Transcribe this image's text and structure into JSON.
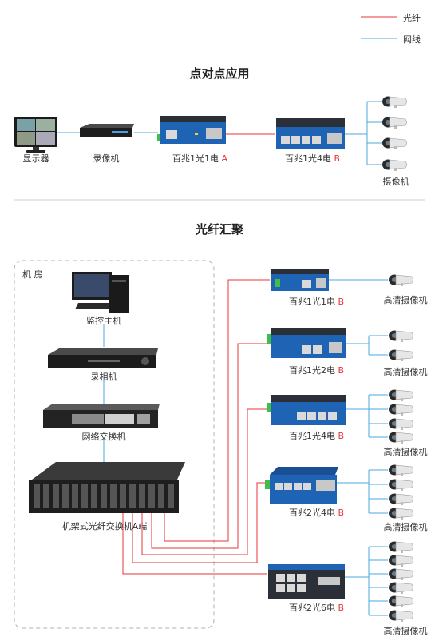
{
  "legend": {
    "fiber": "光纤",
    "network": "网线"
  },
  "colors": {
    "fiber_line": "#e8333a",
    "network_line": "#49a9e0",
    "device_blue": "#1f63b5",
    "device_dark": "#2b2f38"
  },
  "p2p": {
    "title": "点对点应用",
    "monitor_label": "显示器",
    "recorder_label": "录像机",
    "converter_a": {
      "text": "百兆1光1电 ",
      "suffix": "A"
    },
    "converter_b": {
      "text": "百兆1光4电 ",
      "suffix": "B"
    },
    "camera_label": "摄像机"
  },
  "agg": {
    "title": "光纤汇聚",
    "room_label": "机 房",
    "host_label": "监控主机",
    "recorder_label": "录相机",
    "switch_label": "网络交换机",
    "rack_label": "机架式光纤交换机A端",
    "remotes": [
      {
        "text": "百兆1光1电 ",
        "suffix": "B",
        "camera_label": "高清摄像机",
        "cameras": 1
      },
      {
        "text": "百兆1光2电 ",
        "suffix": "B",
        "camera_label": "高清摄像机",
        "cameras": 2
      },
      {
        "text": "百兆1光4电 ",
        "suffix": "B",
        "camera_label": "高清摄像机",
        "cameras": 4
      },
      {
        "text": "百兆2光4电 ",
        "suffix": "B",
        "camera_label": "高清摄像机",
        "cameras": 4
      },
      {
        "text": "百兆2光6电 ",
        "suffix": "B",
        "camera_label": "高清摄像机",
        "cameras": 6
      }
    ]
  }
}
